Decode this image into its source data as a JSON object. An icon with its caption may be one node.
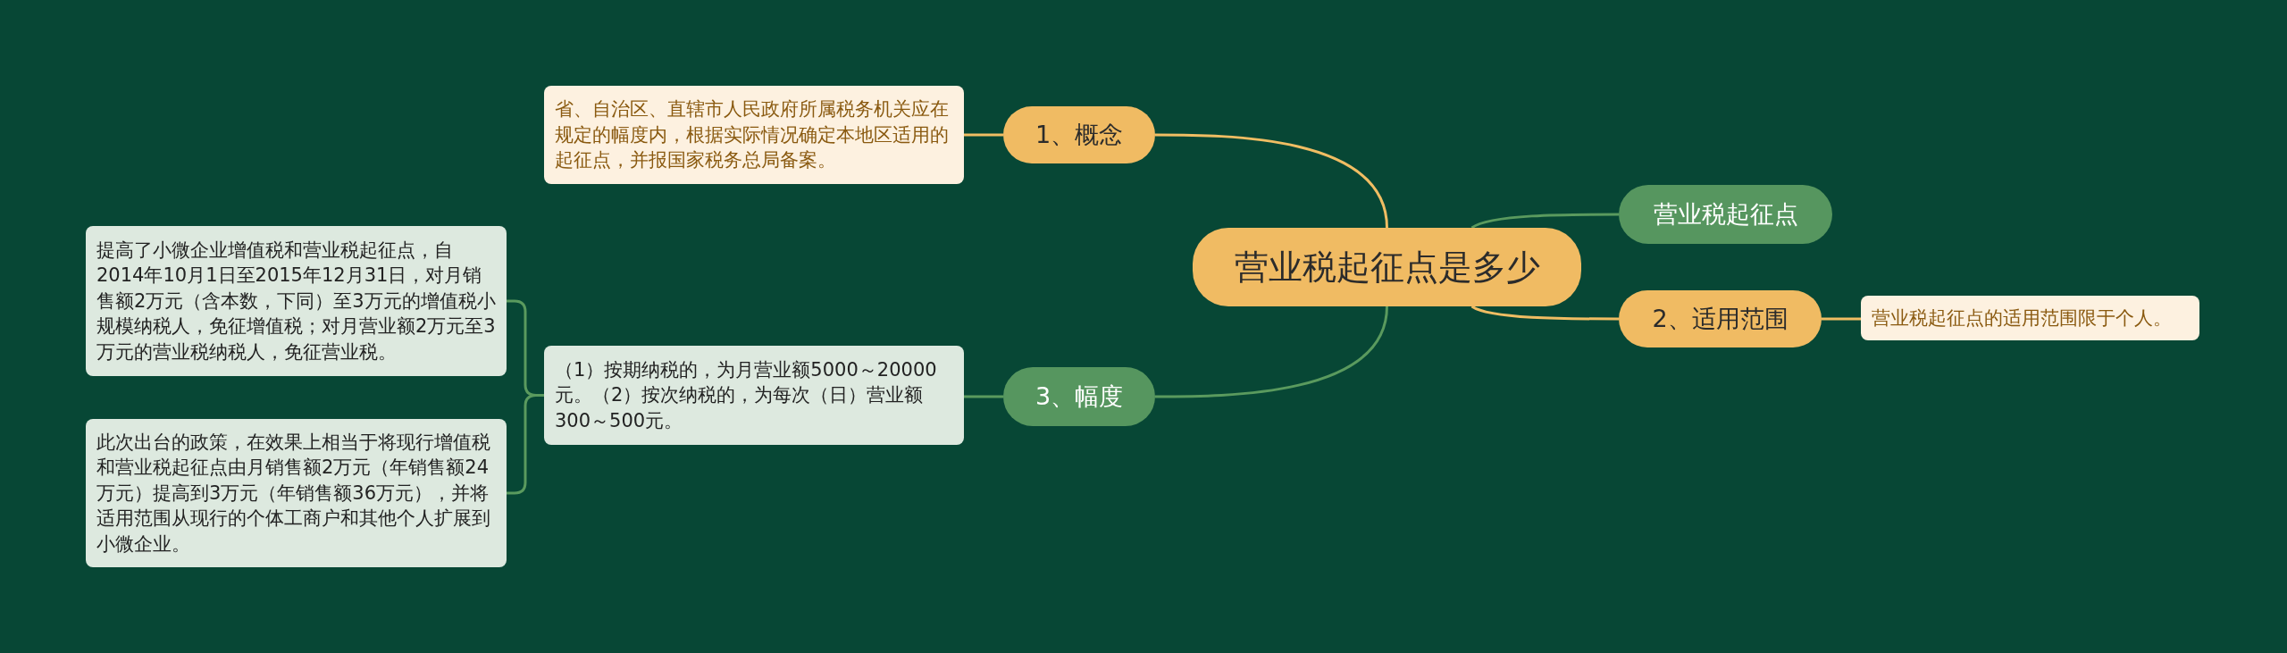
{
  "diagram": {
    "nodes": [
      {
        "text": [
          "营业税起征点是多少"
        ]
      },
      {
        "text": [
          "1、概念"
        ]
      },
      {
        "text": [
          "省、自治区、直辖市人民政府所属税务机关应在规定的幅度内，根据实际情况确定本地区适用的起征点，并报国家税务总局备案。"
        ]
      },
      {
        "text": [
          "营业税起征点"
        ]
      },
      {
        "text": [
          "2、适用范围"
        ]
      },
      {
        "text": [
          "营业税起征点的适用范围限于个人。"
        ]
      },
      {
        "text": [
          "3、幅度"
        ]
      },
      {
        "text": [
          "（1）按期纳税的，为月营业额5000～20000元。（2）按次纳税的，为每次（日）营业额300～500元。"
        ]
      },
      {
        "text": [
          "提高了小微企业增值税和营业税起征点，自2014年10月1日至2015年12月31日，对月销售额2万元（含本数，下同）至3万元的增值税小规模纳税人，免征增值税；对月营业额2万元至3万元的营业税纳税人，免征营业税。"
        ]
      },
      {
        "text": [
          "此次出台的政策，在效果上相当于将现行增值税和营业税起征点由月销售额2万元（年销售额24万元）提高到3万元（年销售额36万元），并将适用范围从现行的个体工商户和其他个人扩展到小微企业。"
        ]
      }
    ],
    "edges": [
      {
        "from": 0,
        "to": 1,
        "arrow": "none",
        "color": "#f0bd63"
      },
      {
        "from": 1,
        "to": 2,
        "arrow": "none",
        "color": "#f0bd63"
      },
      {
        "from": 0,
        "to": 3,
        "arrow": "none"
      },
      {
        "from": 0,
        "to": 4,
        "arrow": "none",
        "color": "#f0bd63"
      },
      {
        "from": 4,
        "to": 5,
        "arrow": "none",
        "color": "#f0bd63"
      },
      {
        "from": 0,
        "to": 6,
        "arrow": "none"
      },
      {
        "from": 6,
        "to": 7,
        "arrow": "none"
      },
      {
        "from": 7,
        "to": 8,
        "arrow": "none"
      },
      {
        "from": 7,
        "to": 9,
        "arrow": "none"
      }
    ]
  }
}
